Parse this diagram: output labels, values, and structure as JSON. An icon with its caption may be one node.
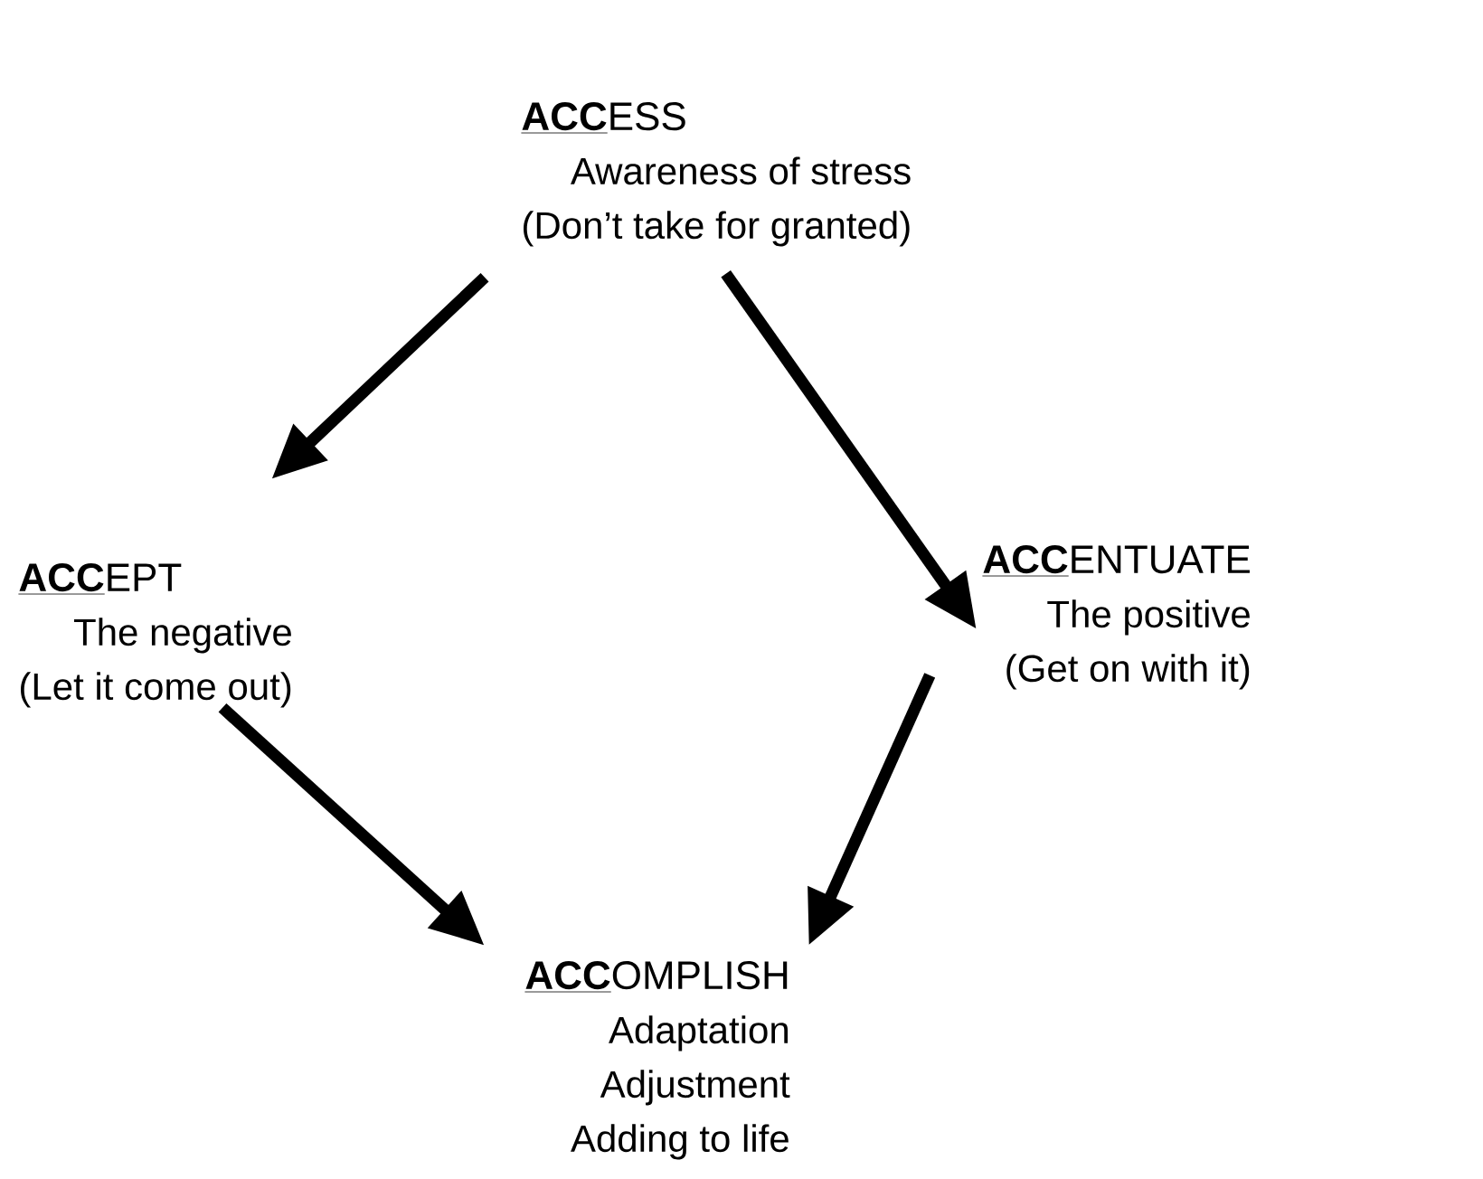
{
  "diagram": {
    "nodes": [
      {
        "text": [
          "**ACC**ESS",
          "Awareness of stress",
          "(Don’t take for granted)"
        ]
      },
      {
        "text": [
          "**ACC**EPT",
          "The negative",
          "(Let it come out)"
        ]
      },
      {
        "text": [
          "**ACC**ENTUATE",
          "The positive",
          "(Get on with it)"
        ]
      },
      {
        "text": [
          "**ACC**OMPLISH",
          "Adaptation",
          "Adjustment",
          "Adding to life"
        ]
      }
    ],
    "edges": [
      {
        "from": 0,
        "to": 1,
        "arrow": "to"
      },
      {
        "from": 0,
        "to": 2,
        "arrow": "to"
      },
      {
        "from": 1,
        "to": 3,
        "arrow": "to"
      },
      {
        "from": 2,
        "to": 3,
        "arrow": "to"
      }
    ]
  }
}
